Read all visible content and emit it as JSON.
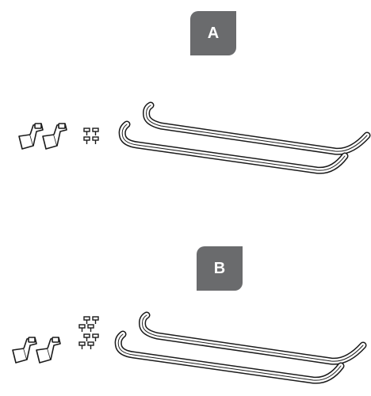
{
  "kits": [
    {
      "label": "A",
      "screw_count": 4
    },
    {
      "label": "B",
      "screw_count": 8
    }
  ],
  "colors": {
    "badge_fill": "#6a6b6d",
    "badge_text": "#ffffff",
    "line": "#1a1a1a",
    "part_fill": "#ffffff"
  }
}
